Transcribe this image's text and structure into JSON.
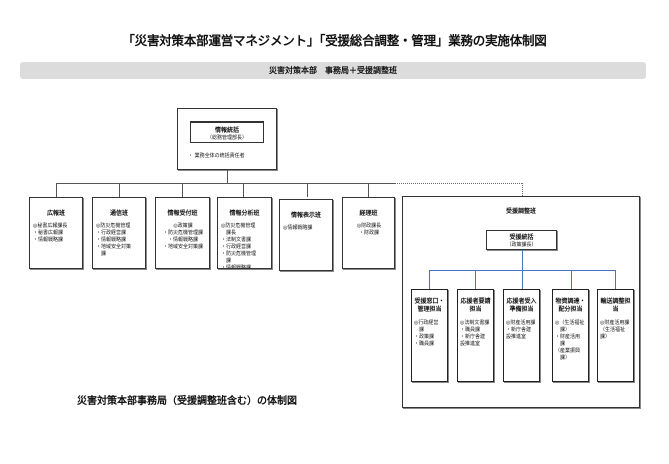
{
  "title": "「災害対策本部運営マネジメント」「受援総合調整・管理」業務の実施体制図",
  "band": "災害対策本部　事務局＋受援調整班",
  "top": {
    "head": "情報統括",
    "sub": "（総務管理部長）",
    "note": "・ 業務全体の統括責任者"
  },
  "teams": [
    {
      "name": "広報班",
      "members": "◎秘書広報課長\n・秘書広報課\n・情報戦略課"
    },
    {
      "name": "通信班",
      "members": "◎防災危機管理\n・行政経営課\n・情報戦略課\n・地域安全対策\n　課"
    },
    {
      "name": "情報受付班",
      "members": "◎政策課\n・防災危機管理課\n・情報戦略課\n・地域安全対策課"
    },
    {
      "name": "情報分析班",
      "members": "◎防災危機管理\n　課長\n・法制文書課\n・行政経営課\n・防災危機管理\n　課\n・情報戦略課"
    },
    {
      "name": "情報表示班",
      "members": "◎情報戦略課"
    },
    {
      "name": "経理班",
      "members": "◎財政課長\n・財政課"
    }
  ],
  "juen": {
    "title": "受援調整班",
    "head": "受援統括",
    "sub": "（政策課長）",
    "units": [
      {
        "name": "受援窓口・管理担当",
        "members": "◎行政経営\n　課\n・政策課\n・職員課"
      },
      {
        "name": "応援者要請担当",
        "members": "◎法制文書課\n・職員課\n・新庁舎建\n設推進室"
      },
      {
        "name": "応援者受入準備担当",
        "members": "◎財産活用課\n・新庁舎建\n設推進室"
      },
      {
        "name": "物資調達・配分担当",
        "members": "◎（生活福祉\n　課）\n・財産活用\n　課\n（産業振興\n　課）"
      },
      {
        "name": "輸送調整担当",
        "members": "◎財産活用課\n（生活福祉課）"
      }
    ]
  },
  "caption": "災害対策本部事務局（受援調整班含む）の体制図"
}
